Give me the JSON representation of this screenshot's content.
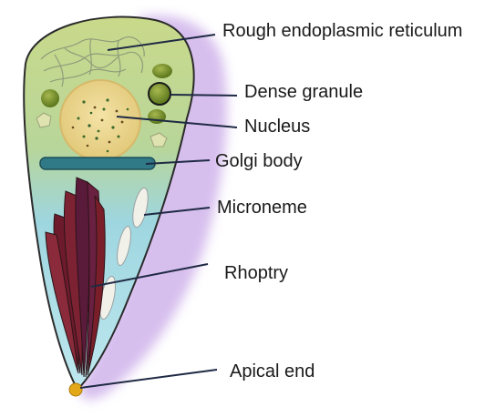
{
  "labels": {
    "rough_er": "Rough endoplasmic reticulum",
    "dense_granule": "Dense granule",
    "nucleus": "Nucleus",
    "golgi": "Golgi body",
    "microneme": "Microneme",
    "rhoptry": "Rhoptry",
    "apical_end": "Apical end"
  },
  "colors": {
    "background": "#ffffff",
    "cell_top": "#c8d889",
    "cell_bottom": "#8fd3e6",
    "outline": "#2b2b2b",
    "halo": "#c9a9e8",
    "nucleus": "#ecd794",
    "golgi": "#2f7a86",
    "rhoptry": "#7a1f2a",
    "apical_dot": "#e3a81a",
    "leader_line": "#1f2a44"
  }
}
